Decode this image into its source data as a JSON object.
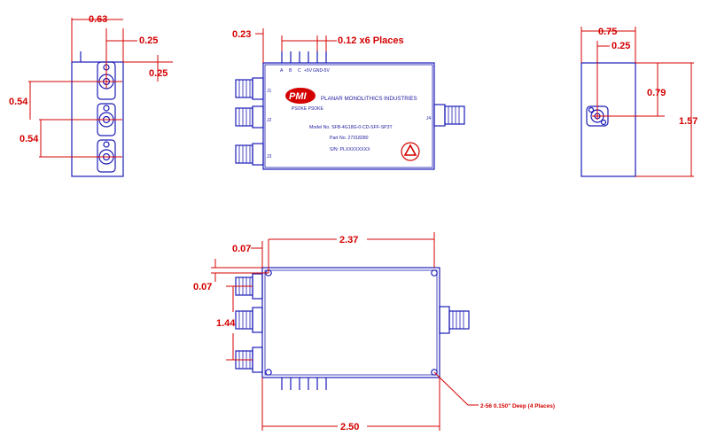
{
  "dims": {
    "left_width": "0.63",
    "left_offset": "0.25",
    "left_top": "0.25",
    "left_pitch_1": "0.54",
    "left_pitch_2": "0.54",
    "front_offset": "0.23",
    "front_pins": "0.12 x6 Places",
    "right_width": "0.75",
    "right_offset": "0.25",
    "right_height_1": "0.79",
    "right_height_2": "1.57",
    "top_hole_x": "0.07",
    "top_hole_y": "0.07",
    "top_hole_span_x": "2.37",
    "top_connector_span": "1.44",
    "top_length": "2.50"
  },
  "callout": "2-56 0.150\" Deep (4 Places)",
  "label": {
    "company": "PLANAR MONOLITHICS INDUSTRIES",
    "logo_text": "PMI",
    "logo_sub": "PSOKE PSOKE",
    "model": "Model No. SFB-4G18G-0-CD-SFF-SP3T",
    "part": "Part No. 27318280",
    "serial": "S/N: PLXXXXXXXX",
    "pin_labels": [
      "A",
      "B",
      "C",
      "+5V",
      "GND",
      "-5V"
    ],
    "port_j1": "J1",
    "port_j2": "J2",
    "port_j3": "J3",
    "port_j4": "J4"
  },
  "colors": {
    "outline": "#1c1cb8",
    "dimension": "#d40000",
    "logo": "#d40000"
  }
}
